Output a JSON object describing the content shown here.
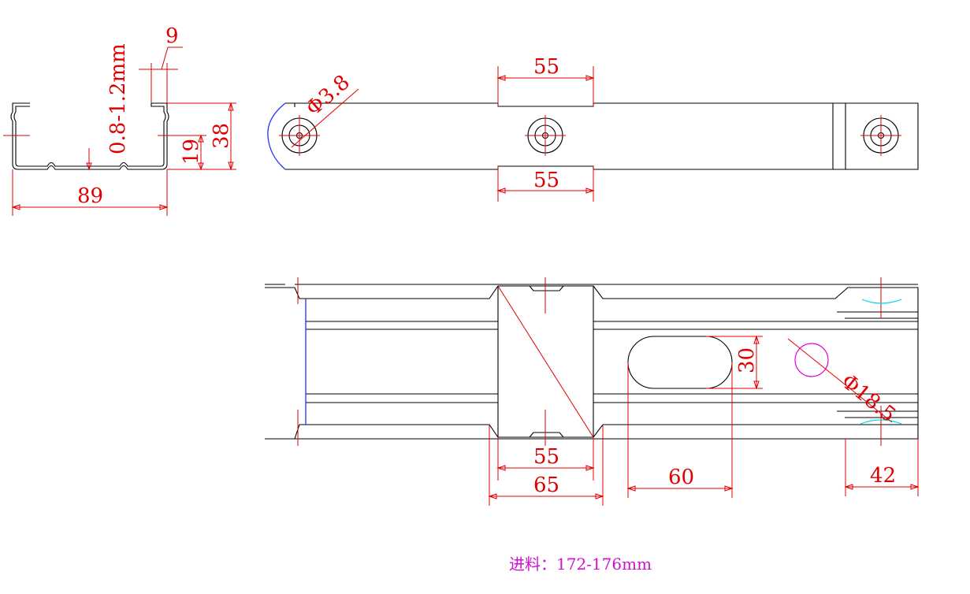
{
  "profile": {
    "thickness_label": "0.8-1.2mm",
    "lip_label": "9",
    "height_label": "38",
    "web_label": "19",
    "width_label": "89"
  },
  "top_view": {
    "hole_label": "Φ3.8",
    "top_notch_label": "55",
    "bottom_notch_label": "55"
  },
  "side_view": {
    "slot_height_label": "30",
    "slot_length_label": "60",
    "circle_label": "Φ18.5",
    "notch_label": "55",
    "notch_outer_label": "65",
    "end_label": "42"
  },
  "note": {
    "text": "进料：172-176mm"
  },
  "colors": {
    "outline": "#000000",
    "dimension": "#e00000",
    "blue_edge": "#2030ff",
    "cyan_marks": "#00d8e0",
    "magenta": "#d010d0"
  }
}
